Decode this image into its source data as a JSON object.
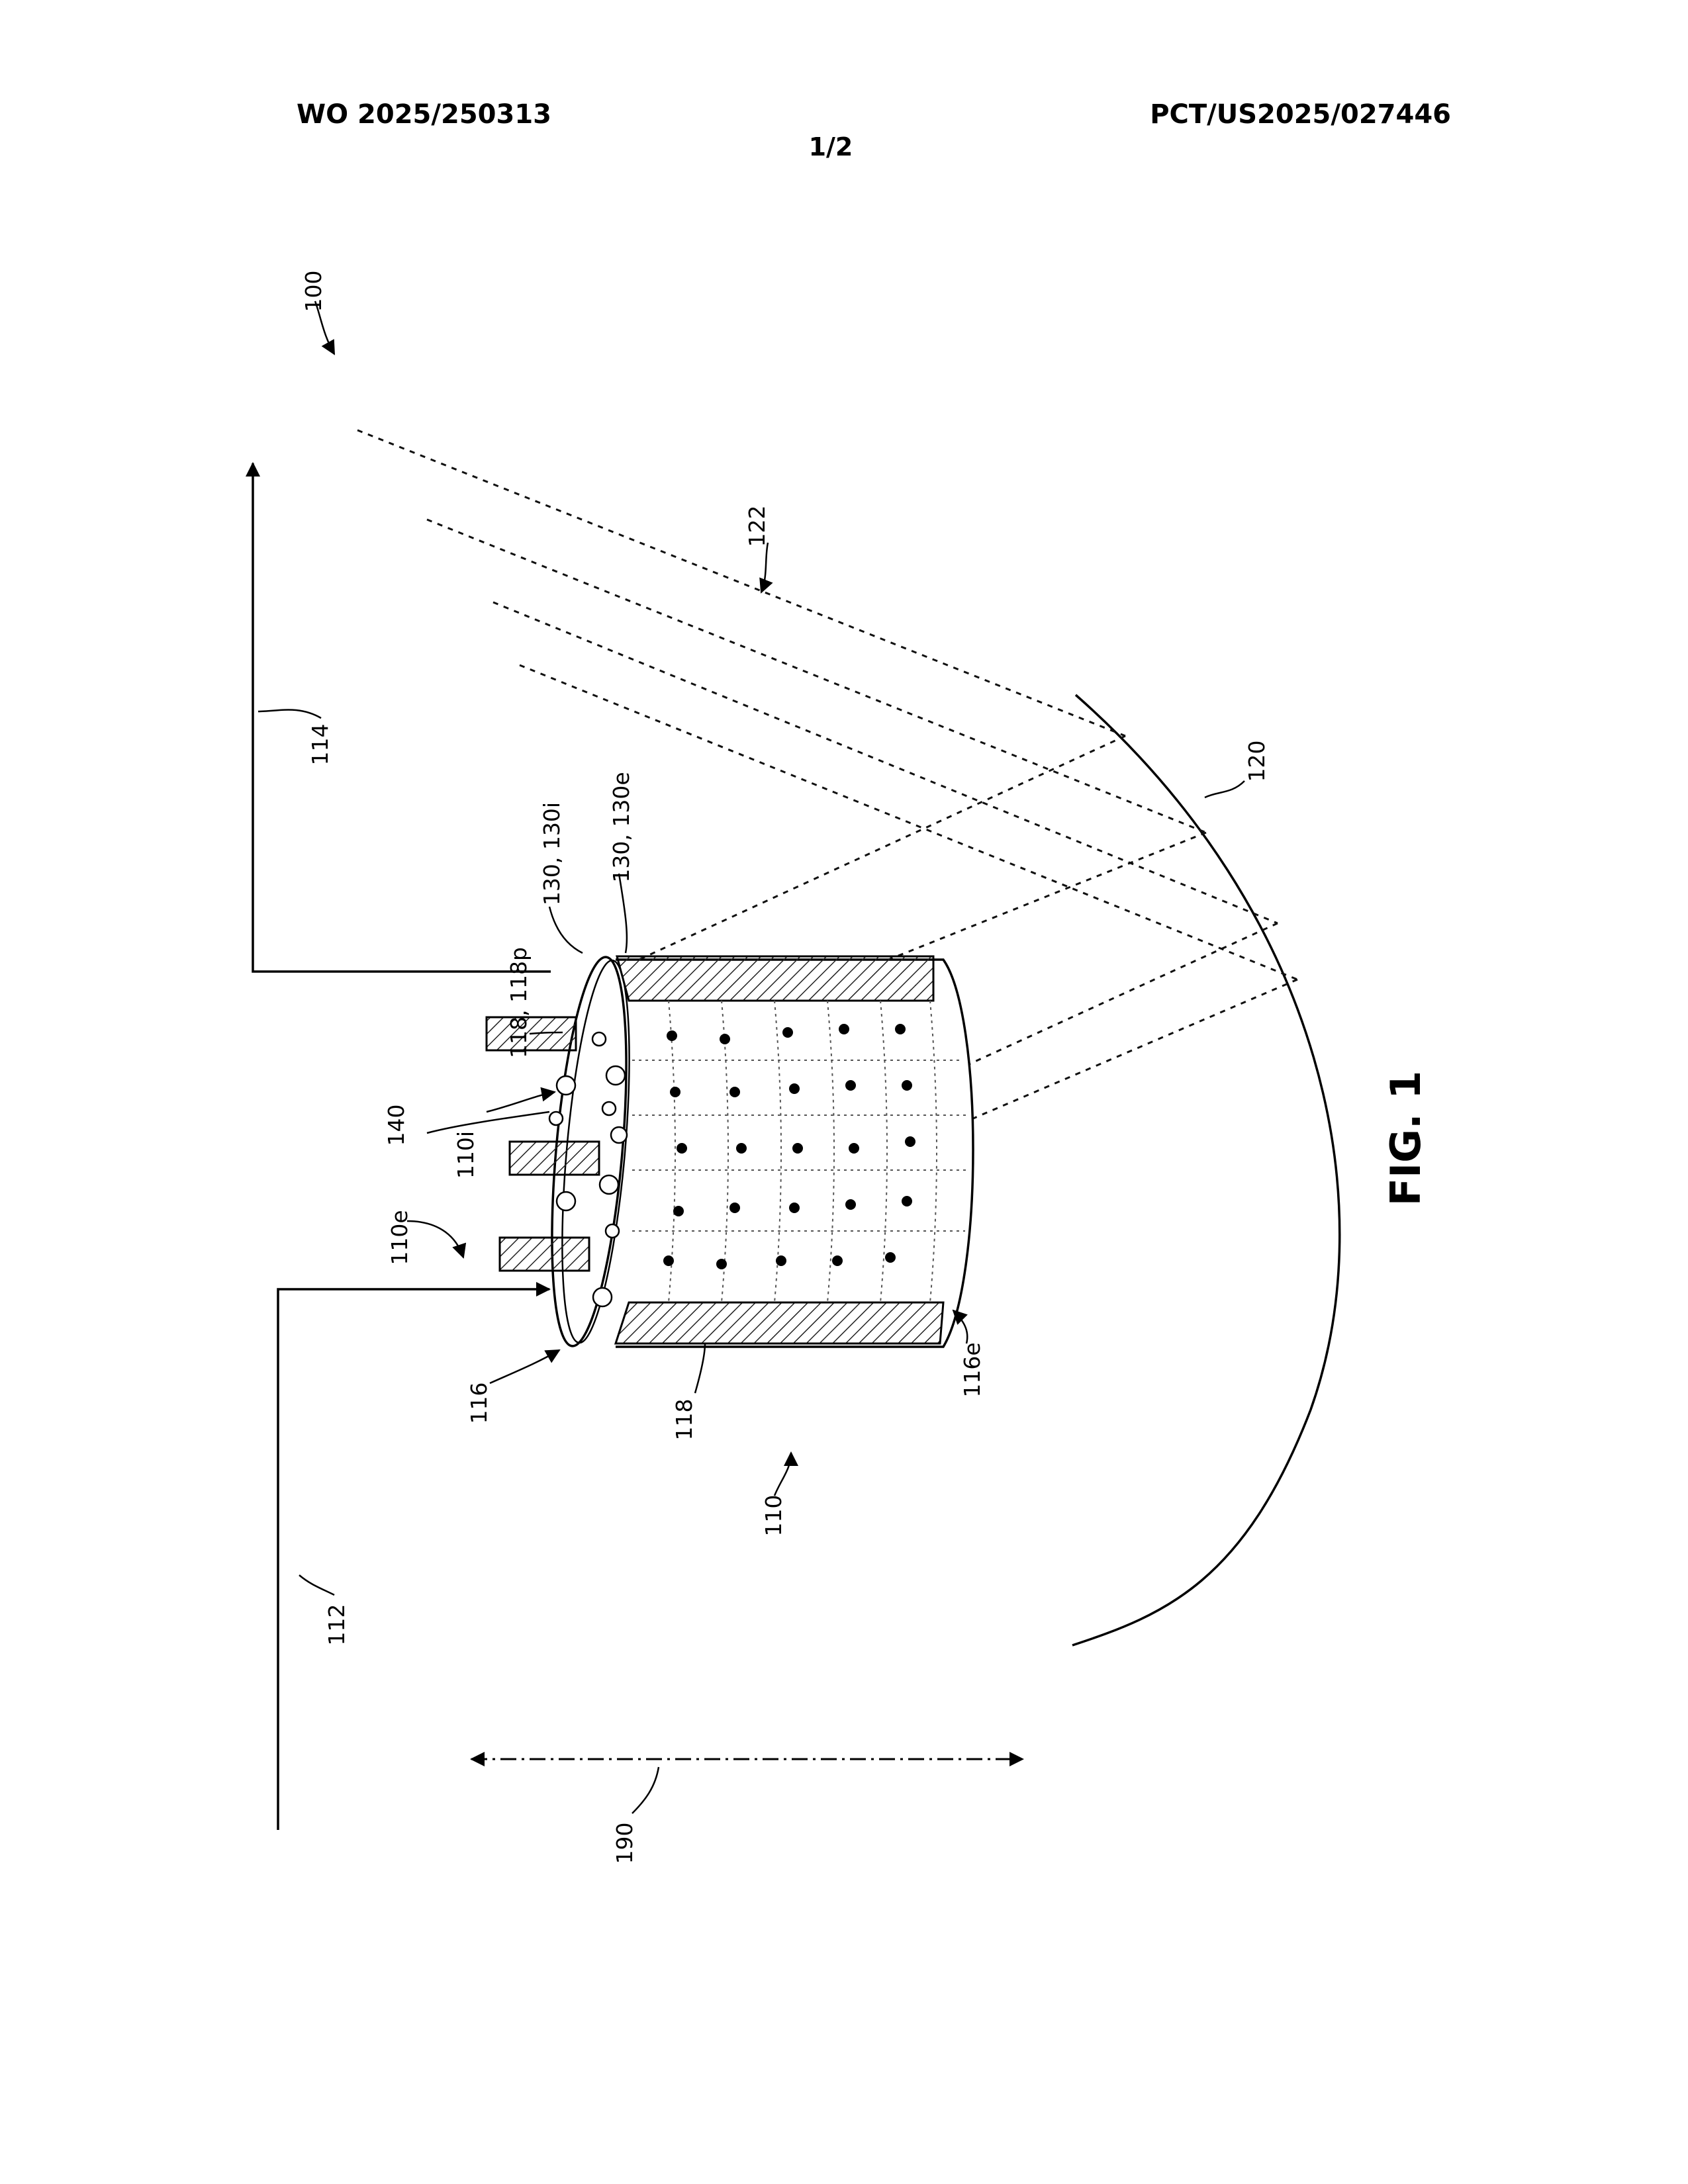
{
  "header": {
    "publication_number": "WO 2025/250313",
    "application_number": "PCT/US2025/027446",
    "sheet": "1/2"
  },
  "figure": {
    "caption": "FIG. 1",
    "labels": {
      "l100": "100",
      "l122": "122",
      "l114": "114",
      "l120": "120",
      "l130i": "130, 130i",
      "l130e": "130, 130e",
      "l118p": "118, 118p",
      "l140": "140",
      "l110i": "110i",
      "l110e": "110e",
      "l116": "116",
      "l118": "118",
      "l116e": "116e",
      "l110": "110",
      "l112": "112",
      "l190": "190"
    }
  }
}
